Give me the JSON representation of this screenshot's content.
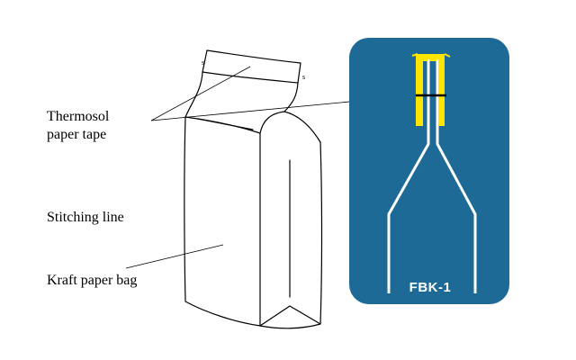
{
  "labels": {
    "thermosol": "Thermosol",
    "paper_tape": "paper tape",
    "stitching": "Stitching line",
    "kraft": "Kraft paper bag"
  },
  "inset": {
    "model": "FBK-1",
    "background_color": "#1d6a96",
    "tape_color": "#ffe600",
    "line_color": "#ffffff"
  },
  "tape_flap_marks": {
    "left": "s",
    "right": "s"
  }
}
